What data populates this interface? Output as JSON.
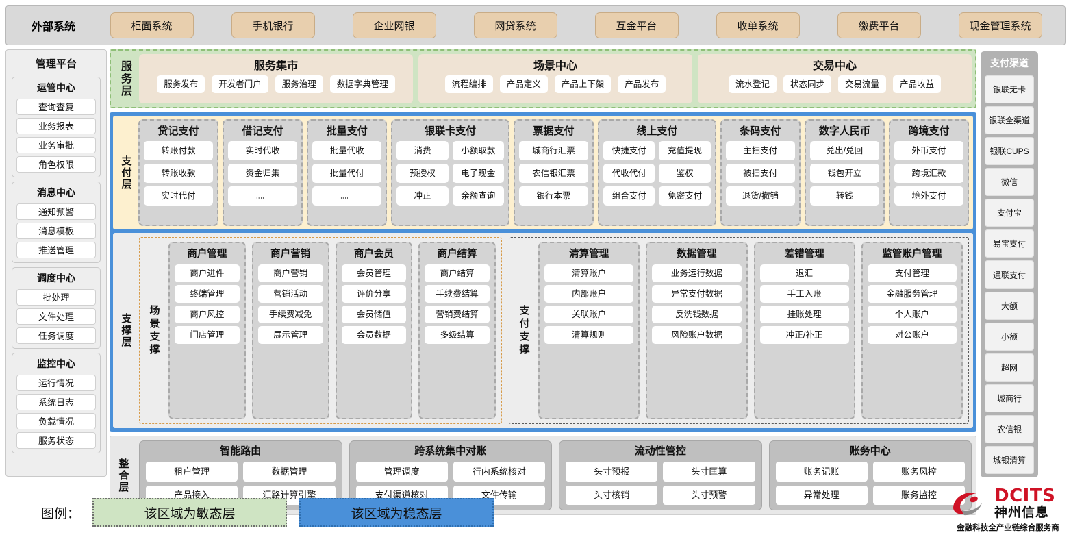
{
  "external_systems": {
    "title": "外部系统",
    "items": [
      "柜面系统",
      "手机银行",
      "企业网银",
      "网贷系统",
      "互金平台",
      "收单系统",
      "缴费平台",
      "现金管理系统"
    ]
  },
  "management_platform": {
    "title": "管理平台",
    "groups": [
      {
        "title": "运管中心",
        "items": [
          "查询查复",
          "业务报表",
          "业务审批",
          "角色权限"
        ]
      },
      {
        "title": "消息中心",
        "items": [
          "通知预警",
          "消息模板",
          "推送管理"
        ]
      },
      {
        "title": "调度中心",
        "items": [
          "批处理",
          "文件处理",
          "任务调度"
        ]
      },
      {
        "title": "监控中心",
        "items": [
          "运行情况",
          "系统日志",
          "负载情况",
          "服务状态"
        ]
      }
    ]
  },
  "service_layer": {
    "label": "服务层",
    "boxes": [
      {
        "title": "服务集市",
        "items": [
          "服务发布",
          "开发者门户",
          "服务治理",
          "数据字典管理"
        ]
      },
      {
        "title": "场景中心",
        "items": [
          "流程编排",
          "产品定义",
          "产品上下架",
          "产品发布"
        ]
      },
      {
        "title": "交易中心",
        "items": [
          "流水登记",
          "状态同步",
          "交易流量",
          "产品收益"
        ]
      }
    ]
  },
  "payment_layer": {
    "label": "支付层",
    "groups": [
      {
        "title": "贷记支付",
        "cols": 1,
        "items": [
          "转账付款",
          "转账收款",
          "实时代付"
        ]
      },
      {
        "title": "借记支付",
        "cols": 1,
        "items": [
          "实时代收",
          "资金归集",
          "。。"
        ]
      },
      {
        "title": "批量支付",
        "cols": 1,
        "items": [
          "批量代收",
          "批量代付",
          "。。"
        ]
      },
      {
        "title": "银联卡支付",
        "cols": 2,
        "items": [
          "消费",
          "小额取款",
          "预授权",
          "电子现金",
          "冲正",
          "余额查询"
        ]
      },
      {
        "title": "票据支付",
        "cols": 1,
        "items": [
          "城商行汇票",
          "农信银汇票",
          "银行本票"
        ]
      },
      {
        "title": "线上支付",
        "cols": 2,
        "items": [
          "快捷支付",
          "充值提现",
          "代收代付",
          "鉴权",
          "组合支付",
          "免密支付"
        ]
      },
      {
        "title": "条码支付",
        "cols": 1,
        "items": [
          "主扫支付",
          "被扫支付",
          "退货/撤销"
        ]
      },
      {
        "title": "数字人民币",
        "cols": 1,
        "items": [
          "兑出/兑回",
          "钱包开立",
          "转钱"
        ]
      },
      {
        "title": "跨境支付",
        "cols": 1,
        "items": [
          "外币支付",
          "跨境汇款",
          "境外支付"
        ]
      }
    ]
  },
  "support_layer": {
    "label": "支撑层",
    "zones": [
      {
        "label": "场景支撑",
        "cards": [
          {
            "title": "商户管理",
            "items": [
              "商户进件",
              "终端管理",
              "商户风控",
              "门店管理"
            ]
          },
          {
            "title": "商户营销",
            "items": [
              "商户营销",
              "营销活动",
              "手续费减免",
              "展示管理"
            ]
          },
          {
            "title": "商户会员",
            "items": [
              "会员管理",
              "评价分享",
              "会员储值",
              "会员数据"
            ]
          },
          {
            "title": "商户结算",
            "items": [
              "商户结算",
              "手续费结算",
              "营销费结算",
              "多级结算"
            ]
          }
        ]
      },
      {
        "label": "支付支撑",
        "cards": [
          {
            "title": "清算管理",
            "items": [
              "清算账户",
              "内部账户",
              "关联账户",
              "清算规则"
            ]
          },
          {
            "title": "数据管理",
            "items": [
              "业务运行数据",
              "异常支付数据",
              "反洗钱数据",
              "风险账户数据"
            ]
          },
          {
            "title": "差错管理",
            "items": [
              "退汇",
              "手工入账",
              "挂账处理",
              "冲正/补正"
            ]
          },
          {
            "title": "监管账户管理",
            "items": [
              "支付管理",
              "金融服务管理",
              "个人账户",
              "对公账户"
            ]
          }
        ]
      }
    ]
  },
  "integration_layer": {
    "label": "整合层",
    "boxes": [
      {
        "title": "智能路由",
        "items": [
          "租户管理",
          "数据管理",
          "产品接入",
          "汇路计算引擎"
        ]
      },
      {
        "title": "跨系统集中对账",
        "items": [
          "管理调度",
          "行内系统核对",
          "支付渠道核对",
          "文件传输"
        ]
      },
      {
        "title": "流动性管控",
        "items": [
          "头寸预报",
          "头寸匡算",
          "头寸核销",
          "头寸预警"
        ]
      },
      {
        "title": "账务中心",
        "items": [
          "账务记账",
          "账务风控",
          "异常处理",
          "账务监控"
        ]
      }
    ]
  },
  "payment_channels": {
    "title": "支付渠道",
    "items": [
      "银联无卡",
      "银联全渠道",
      "银联CUPS",
      "微信",
      "支付宝",
      "易宝支付",
      "通联支付",
      "大额",
      "小额",
      "超网",
      "城商行",
      "农信银",
      "城银清算"
    ]
  },
  "legend": {
    "label": "图例：",
    "agile": "该区域为敏态层",
    "stable": "该区域为稳态层"
  },
  "logo": {
    "en": "DCITS",
    "cn": "神州信息",
    "slogan": "金融科技全产业链综合服务商"
  },
  "colors": {
    "agile_green": "#cfe4c3",
    "stable_blue": "#4a90d9",
    "external_chip": "#e8cfae",
    "payment_layer_bg": "#fdf0cf",
    "logo_red": "#cf1225"
  }
}
